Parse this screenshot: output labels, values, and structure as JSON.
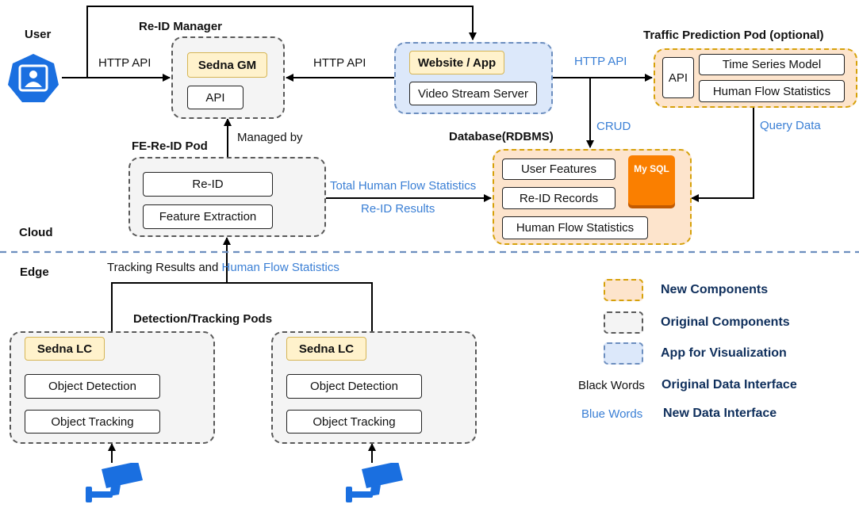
{
  "user": {
    "label": "User",
    "icon": "user-icon"
  },
  "reid_manager": {
    "title": "Re-ID Manager",
    "gm_label": "Sedna GM",
    "api_label": "API"
  },
  "website": {
    "title": "Website / App",
    "server_label": "Video Stream Server"
  },
  "traffic_pod": {
    "title": "Traffic Prediction Pod (optional)",
    "api_label": "API",
    "model_label": "Time Series Model",
    "stats_label": "Human Flow Statistics"
  },
  "fe_pod": {
    "title": "FE-Re-ID Pod",
    "reid_label": "Re-ID",
    "fe_label": "Feature Extraction"
  },
  "database": {
    "title": "Database(RDBMS)",
    "items": [
      "User Features",
      "Re-ID Records",
      "Human Flow Statistics"
    ],
    "mysql_label": "My SQL"
  },
  "detection": {
    "title": "Detection/Tracking Pods",
    "pods": [
      {
        "lc_label": "Sedna LC",
        "detect_label": "Object Detection",
        "track_label": "Object Tracking"
      },
      {
        "lc_label": "Sedna LC",
        "detect_label": "Object Detection",
        "track_label": "Object Tracking"
      }
    ],
    "camera_icon": "camera-icon"
  },
  "zones": {
    "cloud": "Cloud",
    "edge": "Edge"
  },
  "edges": {
    "user_http": "HTTP API",
    "web_http": "HTTP API",
    "traffic_http": "HTTP API",
    "crud": "CRUD",
    "query": "Query Data",
    "managed_by": "Managed by",
    "total_flow": "Total Human Flow Statistics",
    "reid_results": "Re-ID Results",
    "tracking_black": "Tracking Results and",
    "tracking_blue": "Human Flow Statistics"
  },
  "legend": {
    "new": "New Components",
    "original": "Original Components",
    "app": "App for Visualization",
    "black_words": "Black Words",
    "original_iface": "Original Data Interface",
    "blue_words": "Blue Words",
    "new_iface": "New Data Interface"
  },
  "colors": {
    "blue_text": "#3a7fd5",
    "navy_text": "#0f2f5c",
    "new_fill": "#fde4cc",
    "new_border": "#d6a10a",
    "orig_fill": "#f4f4f4",
    "orig_border": "#595959",
    "app_fill": "#dce8fa",
    "app_border": "#6c8ebf",
    "mysql": "#fa7f00",
    "icon_blue": "#1a6fe0"
  }
}
